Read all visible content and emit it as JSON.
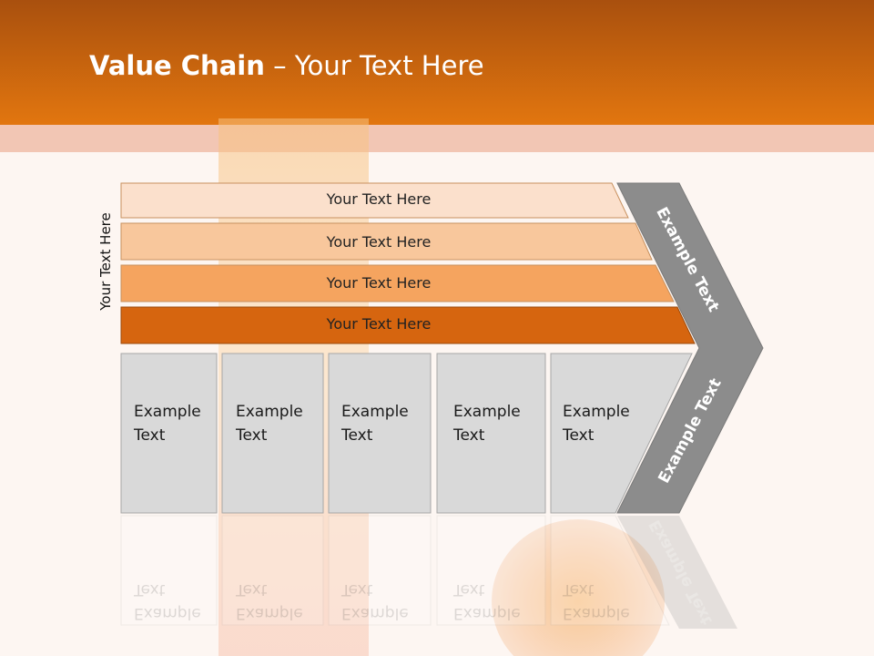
{
  "slide": {
    "title_bold": "Value Chain",
    "title_rest": " – Your Text Here"
  },
  "side_label": "Your Text Here",
  "bars": [
    {
      "label": "Your Text Here",
      "color": "#fbe0cc"
    },
    {
      "label": "Your Text Here",
      "color": "#f8c79c"
    },
    {
      "label": "Your Text Here",
      "color": "#f5a45f"
    },
    {
      "label": "Your Text Here",
      "color": "#d6650f"
    }
  ],
  "boxes": [
    {
      "label": "Example\nText"
    },
    {
      "label": "Example\nText"
    },
    {
      "label": "Example\nText"
    },
    {
      "label": "Example\nText"
    },
    {
      "label": "Example\nText"
    }
  ],
  "chevron": {
    "top_label": "Example Text",
    "bottom_label": "Example Text",
    "color": "#8c8c8c"
  },
  "colors": {
    "header": "#e2760f",
    "box_fill": "#d9d9d9"
  }
}
